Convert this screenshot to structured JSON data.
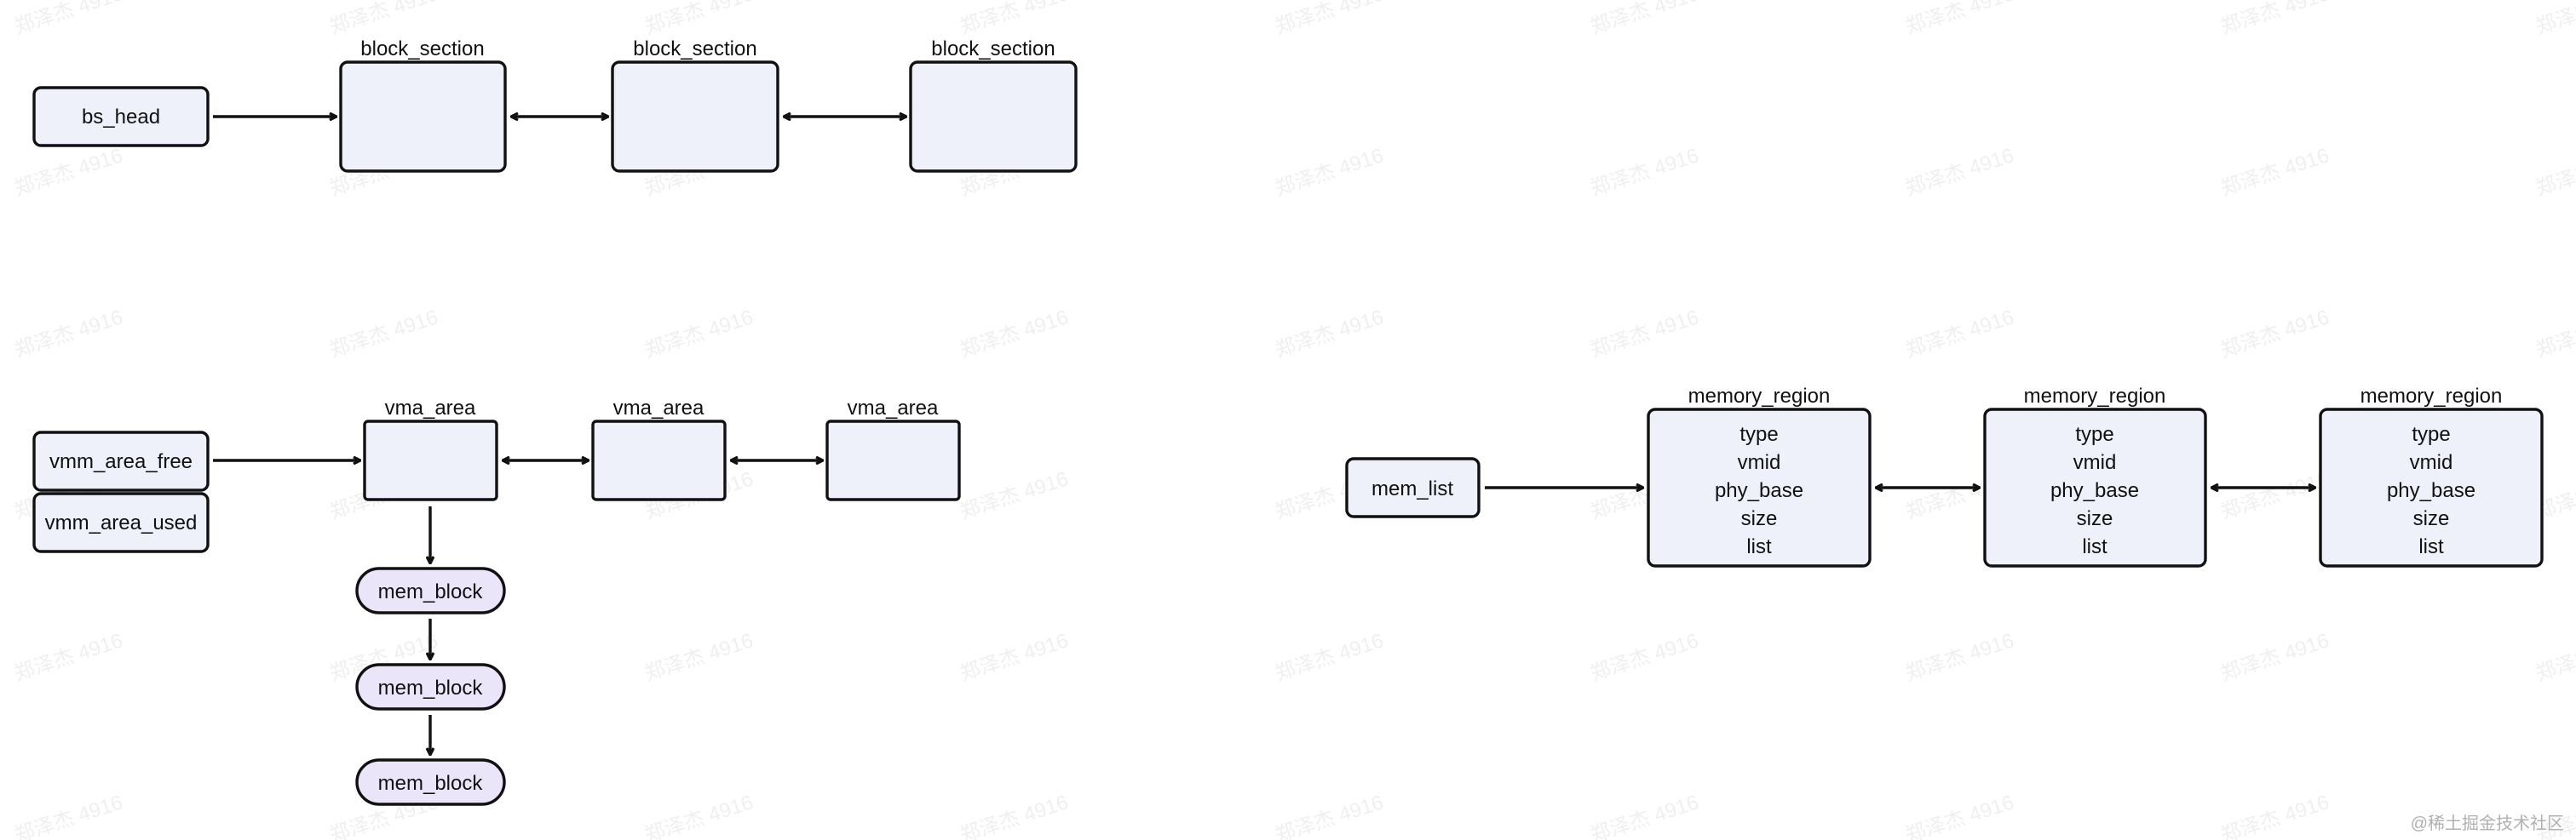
{
  "diagram_top": {
    "head": "bs_head",
    "sections": [
      "block_section",
      "block_section",
      "block_section"
    ]
  },
  "diagram_vma": {
    "lists": [
      "vmm_area_free",
      "vmm_area_used"
    ],
    "areas": [
      "vma_area",
      "vma_area",
      "vma_area"
    ],
    "blocks": [
      "mem_block",
      "mem_block",
      "mem_block"
    ]
  },
  "diagram_mem": {
    "head": "mem_list",
    "region_title": "memory_region",
    "fields": [
      "type",
      "vmid",
      "phy_base",
      "size",
      "list"
    ]
  },
  "watermark": "郑泽杰 4916",
  "credit": "@稀土掘金技术社区"
}
